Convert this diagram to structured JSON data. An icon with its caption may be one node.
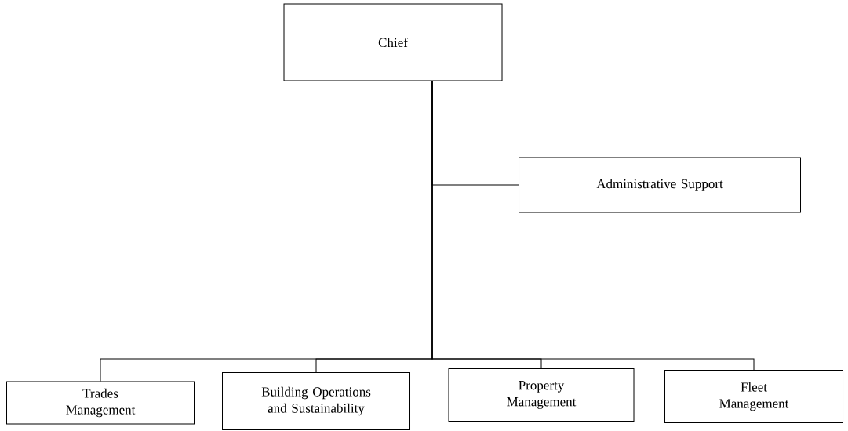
{
  "diagram": {
    "nodes": [
      {
        "text": [
          "Chief"
        ]
      },
      {
        "text": [
          "Administrative Support"
        ]
      },
      {
        "text": [
          "Trades Management"
        ]
      },
      {
        "text": [
          "Building Operations and Sustainability"
        ]
      },
      {
        "text": [
          "Property Management"
        ]
      },
      {
        "text": [
          "Fleet Management"
        ]
      }
    ],
    "edges": [
      {
        "from": 0,
        "to": 1,
        "arrow": "none"
      },
      {
        "from": 0,
        "to": 2,
        "arrow": "none"
      },
      {
        "from": 0,
        "to": 3,
        "arrow": "none"
      },
      {
        "from": 0,
        "to": 4,
        "arrow": "none"
      },
      {
        "from": 0,
        "to": 5,
        "arrow": "none"
      }
    ]
  }
}
